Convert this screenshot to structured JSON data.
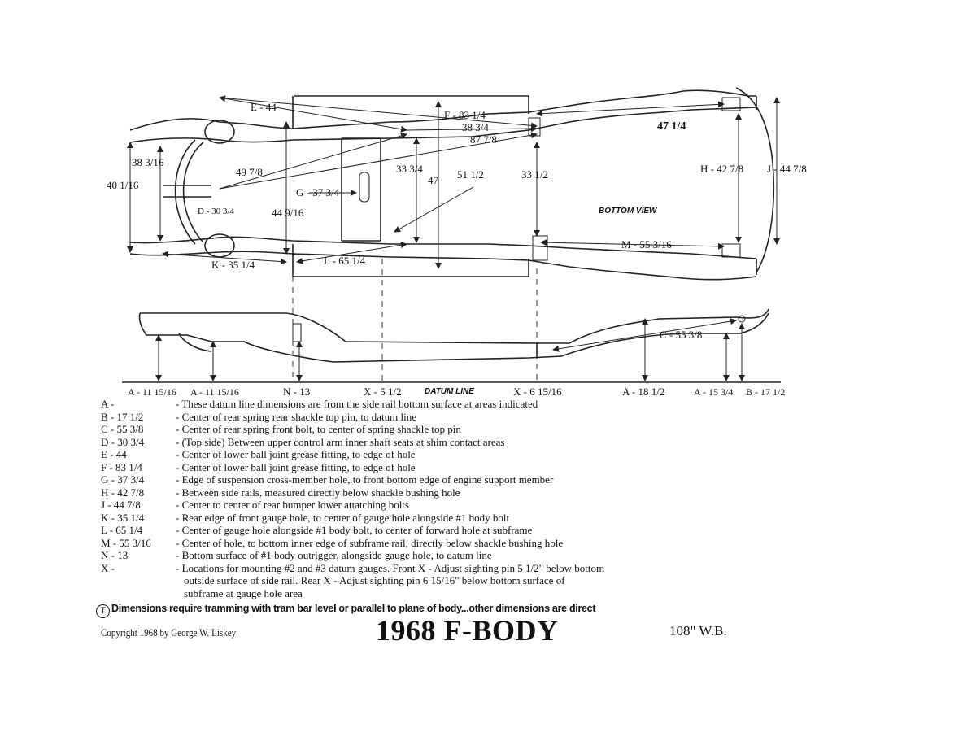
{
  "top_view": {
    "view_label": "BOTTOM VIEW",
    "dimensions": {
      "E": "E - 44",
      "F": "F - 83 1/4",
      "d38_3_4": "38 3/4",
      "d87_7_8": "87 7/8",
      "d47_1_4": "47 1/4",
      "d38_3_16": "38 3/16",
      "d40_1_16": "40 1/16",
      "d49_7_8": "49 7/8",
      "G": "G - 37 3/4",
      "d33_3_4": "33 3/4",
      "d47": "47",
      "d51_1_2": "51 1/2",
      "d33_1_2": "33 1/2",
      "H": "H - 42 7/8",
      "J": "J - 44 7/8",
      "D": "D - 30 3/4",
      "d44_9_16": "44 9/16",
      "M": "M - 55 3/16",
      "K": "K - 35 1/4",
      "L": "L - 65 1/4"
    }
  },
  "side_view": {
    "datum_label": "DATUM LINE",
    "C": "C - 55 3/8",
    "bottom_labels": {
      "a1": "A - 11 15/16",
      "a2": "A - 11 15/16",
      "n": "N - 13",
      "x1": "X - 5 1/2",
      "x2": "X - 6 15/16",
      "a3": "A - 18 1/2",
      "a4": "A - 15 3/4",
      "b": "B - 17 1/2"
    }
  },
  "legend": [
    {
      "key": "A -",
      "desc": "- These datum line dimensions are from the side rail bottom surface at areas indicated"
    },
    {
      "key": "B - 17 1/2",
      "desc": "- Center of rear spring rear shackle top pin, to datum line"
    },
    {
      "key": "C - 55 3/8",
      "desc": "- Center of rear spring front bolt, to center of spring shackle top pin"
    },
    {
      "key": "D - 30 3/4",
      "desc": "- (Top side) Between upper control arm inner shaft seats at shim contact areas"
    },
    {
      "key": "E - 44",
      "desc": "- Center of lower ball joint grease fitting, to edge of hole"
    },
    {
      "key": "F - 83 1/4",
      "desc": "- Center of lower ball joint grease fitting, to edge of hole"
    },
    {
      "key": "G - 37 3/4",
      "desc": "- Edge of suspension cross-member hole, to front bottom edge of engine support member"
    },
    {
      "key": "H - 42 7/8",
      "desc": "- Between side rails, measured directly below shackle bushing hole"
    },
    {
      "key": "J - 44 7/8",
      "desc": "- Center to center of rear bumper lower attatching bolts"
    },
    {
      "key": "K - 35 1/4",
      "desc": "- Rear edge of front gauge hole, to center of gauge hole alongside #1 body bolt"
    },
    {
      "key": "L - 65 1/4",
      "desc": "- Center of gauge hole alongside #1 body bolt, to center of forward hole at subframe"
    },
    {
      "key": "M - 55 3/16",
      "desc": "- Center of hole, to bottom inner edge of subframe rail, directly below shackle bushing hole"
    },
    {
      "key": "N - 13",
      "desc": "- Bottom surface of #1 body outrigger, alongside gauge hole, to datum line"
    },
    {
      "key": "X -",
      "desc": "- Locations for mounting #2 and #3 datum gauges. Front X - Adjust sighting pin 5 1/2\" below bottom"
    },
    {
      "key": "",
      "desc": "outside surface of side rail. Rear X - Adjust sighting pin 6 15/16\" below bottom surface of"
    },
    {
      "key": "",
      "desc": "subframe at gauge hole area"
    }
  ],
  "note": {
    "mark": "T",
    "text": "Dimensions require tramming with tram bar level or parallel to plane of body...other dimensions are direct"
  },
  "footer": {
    "copyright": "Copyright 1968 by George W. Liskey",
    "title": "1968 F-BODY",
    "wheelbase": "108\" W.B."
  }
}
